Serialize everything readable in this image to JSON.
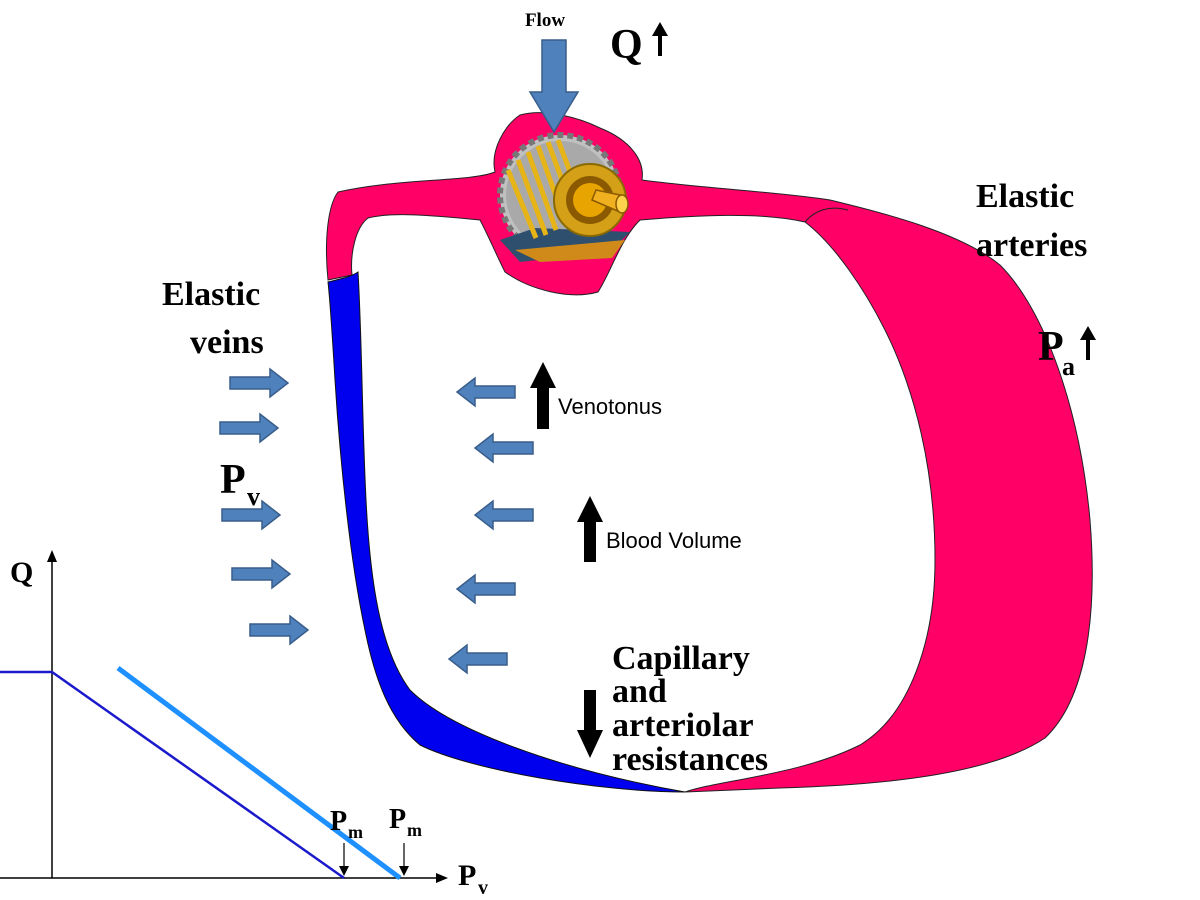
{
  "labels": {
    "flow": "Flow",
    "q_top": "Q",
    "elastic_arteries_1": "Elastic",
    "elastic_arteries_2": "arteries",
    "elastic_veins_1": "Elastic",
    "elastic_veins_2": "veins",
    "pa_main": "P",
    "pa_sub": "a",
    "pv_main": "P",
    "pv_sub": "v",
    "venotonus": "Venotonus",
    "blood_volume": "Blood Volume",
    "cap_1": "Capillary",
    "cap_2": "and",
    "cap_3": "arteriolar",
    "cap_4": "resistances"
  },
  "graph": {
    "y_label": "Q",
    "x_label_main": "P",
    "x_label_sub": "v",
    "pm1_main": "P",
    "pm1_sub": "m",
    "pm2_main": "P",
    "pm2_sub": "m"
  },
  "colors": {
    "artery": "#ff0066",
    "vein": "#0000ee",
    "arrow_fill": "#4f81bd",
    "arrow_stroke": "#385d8a",
    "curve_base": "#1a1acc",
    "curve_shift": "#1e90ff",
    "gear": "#c0c0c0",
    "motor": "#d4a017"
  },
  "icons": {
    "pump": "motor-pump-icon",
    "flow_arrow": "down-arrow-icon",
    "up_arrow": "up-arrow-icon",
    "down_arrow": "down-arrow-icon"
  }
}
